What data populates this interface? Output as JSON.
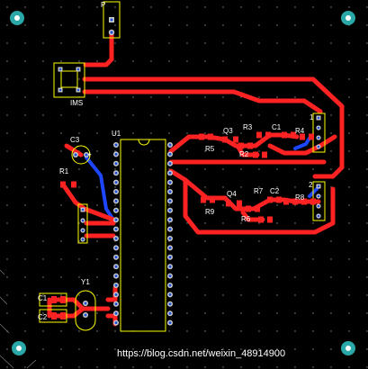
{
  "board": {
    "background": "#000000",
    "trace_top_color": "#ff2222",
    "trace_bottom_color": "#1e46ff",
    "silk_color": "#ffff00",
    "pad_color": "#c8c8c8",
    "hole_color": "#1e4fd8",
    "mount_hole_color": "#2aa7a7"
  },
  "labels": {
    "p_top": "P",
    "ims": "IMS",
    "u1": "U1",
    "c3": "C3",
    "c3_plus": "+",
    "r1": "R1",
    "y1": "Y1",
    "c1_left": "C1",
    "c2_left": "C2",
    "r5": "R5",
    "q3": "Q3",
    "r3": "R3",
    "c1_right": "C1",
    "r4": "R4",
    "r2": "R2",
    "conn1": "1",
    "r9": "R9",
    "q4": "Q4",
    "r7": "R7",
    "c2_right": "C2",
    "r8": "R8",
    "r6": "R6",
    "conn2": "2"
  },
  "watermark": "https://blog.csdn.net/weixin_48914900"
}
